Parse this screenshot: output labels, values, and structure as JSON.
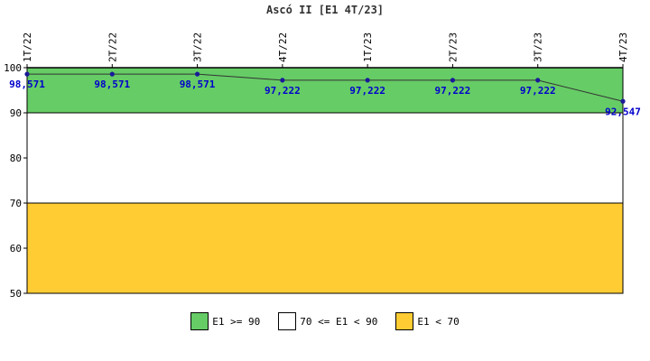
{
  "chart_data": {
    "type": "line",
    "title": "Ascó II [E1 4T/23]",
    "categories": [
      "1T/22",
      "2T/22",
      "3T/22",
      "4T/22",
      "1T/23",
      "2T/23",
      "3T/23",
      "4T/23"
    ],
    "values": [
      98.571,
      98.571,
      98.571,
      97.222,
      97.222,
      97.222,
      97.222,
      92.547
    ],
    "value_labels": [
      "98,571",
      "98,571",
      "98,571",
      "97,222",
      "97,222",
      "97,222",
      "97,222",
      "92,547"
    ],
    "ylim": [
      50,
      100
    ],
    "yticks": [
      50,
      60,
      70,
      80,
      90,
      100
    ],
    "xlabel": "",
    "ylabel": "",
    "grid": false,
    "legend_position": "bottom",
    "bands": [
      {
        "from": 90,
        "to": 100,
        "color": "#66cc66",
        "label": "E1 >= 90"
      },
      {
        "from": 70,
        "to": 90,
        "color": "#ffffff",
        "label": "70 <= E1 < 90"
      },
      {
        "from": 50,
        "to": 70,
        "color": "#ffcc33",
        "label": "E1 < 70"
      }
    ],
    "line_color": "#333333",
    "point_color": "#1a1a99",
    "label_color": "#0000cc"
  }
}
